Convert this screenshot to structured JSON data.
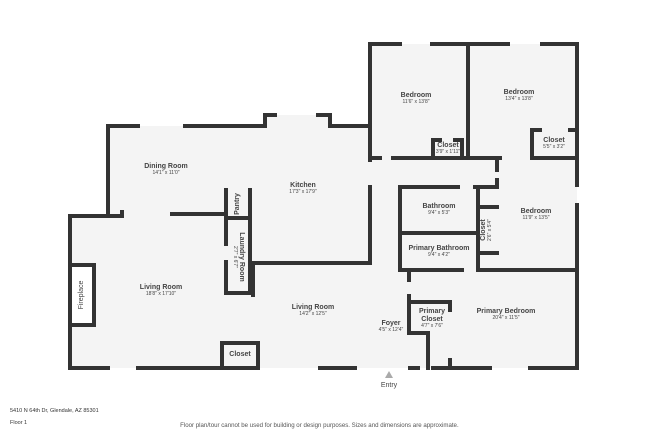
{
  "rooms": [
    {
      "name": "Bedroom",
      "dims": "11'6\" x 13'8\""
    },
    {
      "name": "Bedroom",
      "dims": "13'4\" x 13'8\""
    },
    {
      "name": "Closet",
      "dims": "3'9\" x 1'11\""
    },
    {
      "name": "Closet",
      "dims": "5'5\" x 3'2\""
    },
    {
      "name": "Dining Room",
      "dims": "14'1\" x 11'0\""
    },
    {
      "name": "Kitchen",
      "dims": "17'3\" x 17'9\""
    },
    {
      "name": "Pantry",
      "dims": ""
    },
    {
      "name": "Laundry Room",
      "dims": "2'7\" x 6'7\""
    },
    {
      "name": "Bathroom",
      "dims": "9'4\" x 5'3\""
    },
    {
      "name": "Closet",
      "dims": "2'6\" x 5'4\""
    },
    {
      "name": "Bedroom",
      "dims": "11'9\" x 13'5\""
    },
    {
      "name": "Primary Bathroom",
      "dims": "9'4\" x 4'2\""
    },
    {
      "name": "Fireplace",
      "dims": ""
    },
    {
      "name": "Living Room",
      "dims": "18'8\" x 17'10\""
    },
    {
      "name": "Living Room",
      "dims": "14'2\" x 12'5\""
    },
    {
      "name": "Foyer",
      "dims": "4'5\" x 12'4\""
    },
    {
      "name": "Primary Closet",
      "dims": "4'7\" x 7'6\""
    },
    {
      "name": "Primary Bedroom",
      "dims": "20'4\" x 11'5\""
    },
    {
      "name": "Closet",
      "dims": ""
    }
  ],
  "entry_label": "Entry",
  "address": "5410 N 64th Dr, Glendale, AZ 85301",
  "floor": "Floor 1",
  "disclaimer": "Floor plan/tour cannot be used for building or design purposes. Sizes and dimensions are approximate.",
  "colors": {
    "wall": "#333333",
    "floor": "#f4f4f4",
    "text": "#444444"
  }
}
